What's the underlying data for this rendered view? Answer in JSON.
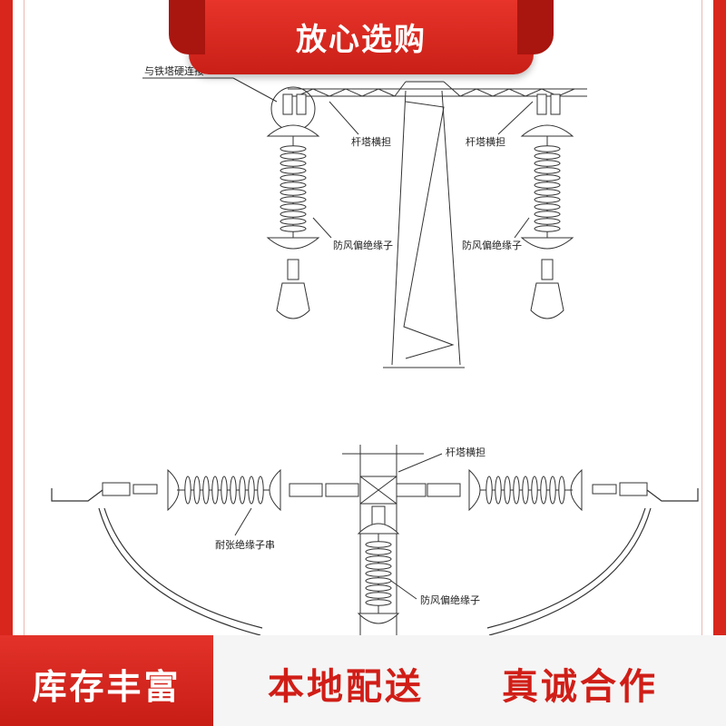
{
  "banner": {
    "top_text": "放心选购"
  },
  "labels": {
    "rigid": "与铁塔硬连接",
    "crossarm_left": "杆塔横担",
    "crossarm_right": "杆塔横担",
    "insulator_left": "防风偏绝缘子",
    "insulator_right": "防风偏绝缘子",
    "crossarm_bottom": "杆塔横担",
    "tension_string": "耐张绝缘子串",
    "insulator_bottom": "防风偏绝缘子"
  },
  "footer": {
    "left": "库存丰富",
    "middle": "本地配送",
    "right": "真诚合作"
  },
  "colors": {
    "accent": "#d8261c",
    "line": "#333333"
  }
}
